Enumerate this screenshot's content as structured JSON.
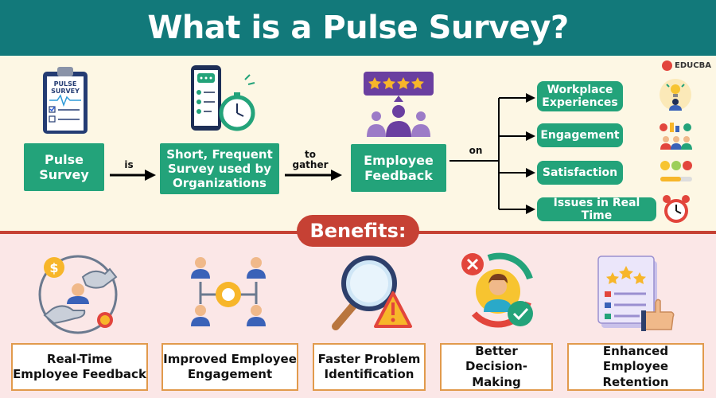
{
  "title": "What is a Pulse Survey?",
  "brand": "EDUCBA",
  "flow": {
    "clipboard_title": "PULSE\nSURVEY",
    "pulse_survey": "Pulse\nSurvey",
    "is": "is",
    "definition": "Short, Frequent\nSurvey used by\nOrganizations",
    "to_gather": "to\ngather",
    "employee_feedback": "Employee\nFeedback",
    "on": "on",
    "targets": [
      "Workplace\nExperiences",
      "Engagement",
      "Satisfaction",
      "Issues in Real Time"
    ]
  },
  "benefits": {
    "heading": "Benefits:",
    "items": [
      "Real-Time\nEmployee Feedback",
      "Improved Employee\nEngagement",
      "Faster Problem\nIdentification",
      "Better\nDecision-Making",
      "Enhanced Employee\nRetention"
    ]
  },
  "colors": {
    "header": "#12797a",
    "green": "#23a37a",
    "red": "#c64134",
    "orange_border": "#e19a4c",
    "top_bg": "#fdf7e4",
    "bottom_bg": "#fbe7e7"
  }
}
